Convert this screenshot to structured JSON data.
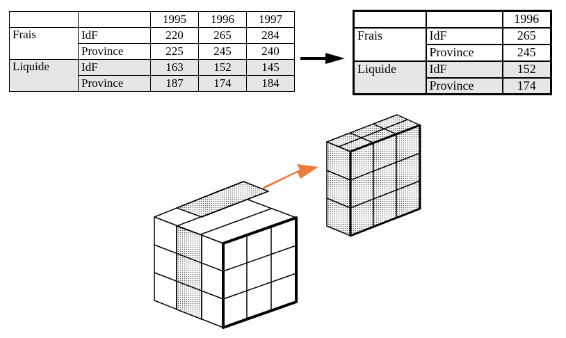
{
  "source_table": {
    "years": [
      "1995",
      "1996",
      "1997"
    ],
    "groups": [
      {
        "label": "Frais",
        "rows": [
          {
            "region": "IdF",
            "values": [
              "220",
              "265",
              "284"
            ]
          },
          {
            "region": "Province",
            "values": [
              "225",
              "245",
              "240"
            ]
          }
        ]
      },
      {
        "label": "Liquide",
        "rows": [
          {
            "region": "IdF",
            "values": [
              "163",
              "152",
              "145"
            ]
          },
          {
            "region": "Province",
            "values": [
              "187",
              "174",
              "184"
            ]
          }
        ]
      }
    ]
  },
  "result_table": {
    "year": "1996",
    "groups": [
      {
        "label": "Frais",
        "rows": [
          {
            "region": "IdF",
            "value": "265"
          },
          {
            "region": "Province",
            "value": "245"
          }
        ]
      },
      {
        "label": "Liquide",
        "rows": [
          {
            "region": "IdF",
            "value": "152"
          },
          {
            "region": "Province",
            "value": "174"
          }
        ]
      }
    ]
  },
  "colors": {
    "arrow_orange": "#f07a3c",
    "shade_gray": "#e6e6e6",
    "dot_fill": "#bdbdbd"
  }
}
